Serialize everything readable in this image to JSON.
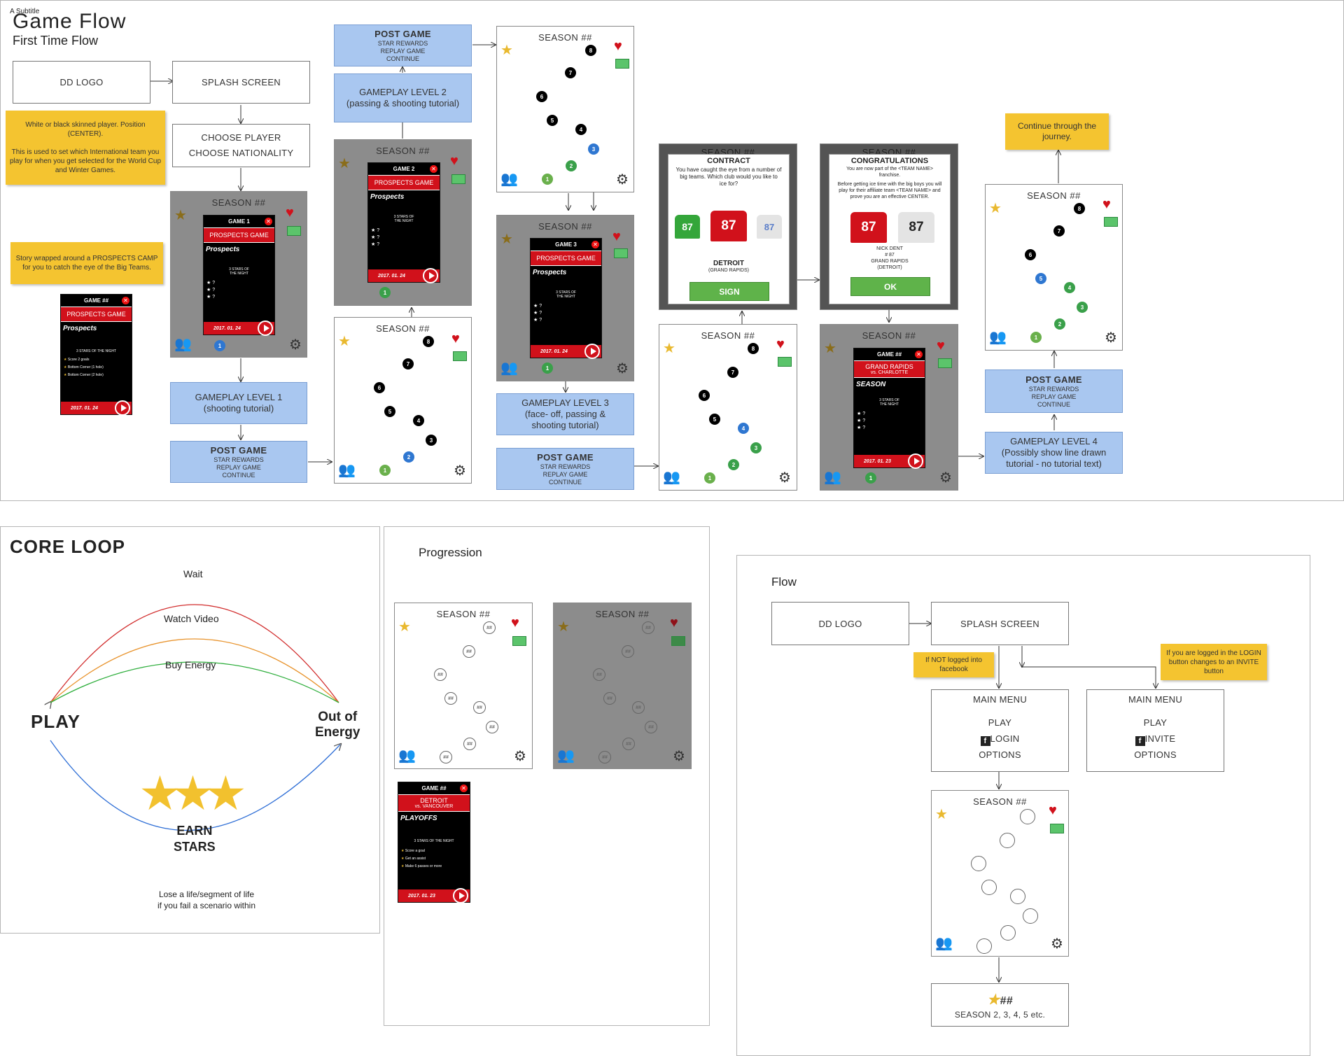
{
  "top": {
    "subtitle_tag": "A Subtitle",
    "title": "Game Flow",
    "subtitle": "First Time Flow",
    "dd_logo": "DD LOGO",
    "splash": "SPLASH SCREEN",
    "choose_player": "CHOOSE PLAYER",
    "choose_nationality": "CHOOSE NATIONALITY",
    "note_player": "White or black skinned player. Position (CENTER).\n\nThis is used to set which International team you play for when you get selected for the World Cup and Winter Games.",
    "note_story": "Story wrapped around a PROSPECTS CAMP for you to catch the eye of the Big Teams.",
    "note_continue": "Continue through the journey.",
    "season": "SEASON ##",
    "gameplay1_title": "GAMEPLAY LEVEL 1",
    "gameplay1_sub": "(shooting tutorial)",
    "gameplay2_title": "GAMEPLAY LEVEL 2",
    "gameplay2_sub": "(passing & shooting tutorial)",
    "gameplay3_title": "GAMEPLAY LEVEL 3",
    "gameplay3_sub": "(face- off, passing & shooting tutorial)",
    "gameplay4_title": "GAMEPLAY LEVEL 4",
    "gameplay4_sub": "(Possibly show line drawn tutorial - no tutorial text)",
    "post_game": "POST GAME",
    "post_items": "STAR REWARDS\nREPLAY GAME\nCONTINUE",
    "card_game_hdr": "GAME ##",
    "card_game1": "GAME 1",
    "card_game2": "GAME 2",
    "card_game3": "GAME 3",
    "prospects_game": "PROSPECTS GAME",
    "prospects": "Prospects",
    "three_stars": "3 STARS OF THE NIGHT",
    "three_stars_caps": "3 STARS OF\nTHE NIGHT",
    "date_24": "2017. 01. 24",
    "date_23": "2017. 01. 23",
    "stars_list": [
      "Score 2 goals",
      "Bottom Corner (1 hole)",
      "Bottom Corner (2 hole)"
    ],
    "contract_title": "CONTRACT",
    "contract_text": "You have caught the eye from a number of big teams. Which club would you like to ice for?",
    "contract_team": "DETROIT",
    "contract_team_sub": "(GRAND RAPIDS)",
    "sign": "SIGN",
    "jersey_num": "87",
    "congrats_title": "CONGRATULATIONS",
    "congrats_text": "You are now part of the <TEAM NAME> franchise.",
    "congrats_text2": "Before getting ice time with the big boys you will play for their affiliate team <TEAM NAME> and prove you are an effective CENTER.",
    "congrats_player": "NICK DENT\n# 87\nGRAND RAPIDS\n(DETROIT)",
    "ok": "OK",
    "grand_rapids": "GRAND RAPIDS",
    "vs_charlotte": "vs. CHARLOTTE",
    "season_word": "SEASON"
  },
  "core": {
    "title": "CORE LOOP",
    "wait": "Wait",
    "watch_video": "Watch Video",
    "buy_energy": "Buy Energy",
    "play": "PLAY",
    "out1": "Out of",
    "out2": "Energy",
    "earn1": "EARN",
    "earn2": "STARS",
    "lose1": "Lose a life/segment of life",
    "lose2": "if you fail a scenario within"
  },
  "progression": {
    "title": "Progression",
    "season": "SEASON ##",
    "placeholder": "##",
    "card_hdr": "GAME ##",
    "detroit": "DETROIT",
    "vs_vancouver": "vs. VANCOUVER",
    "playoffs": "PLAYOFFS",
    "three_stars": "3 STARS OF THE NIGHT",
    "stars_list": [
      "Score a goal",
      "Get an assist",
      "Make 6 passes or more"
    ],
    "date": "2017. 01. 23"
  },
  "flow": {
    "title": "Flow",
    "dd_logo": "DD LOGO",
    "splash": "SPLASH SCREEN",
    "note_not_logged": "If NOT logged into facebook",
    "note_logged": "If you are logged in the LOGIN button changes to an INVITE button",
    "main_menu": "MAIN MENU",
    "play": "PLAY",
    "login": "LOGIN",
    "invite": "INVITE",
    "options": "OPTIONS",
    "season": "SEASON ##",
    "season_stars": "##",
    "season_list": "SEASON 2, 3, 4, 5 etc."
  },
  "colors": {
    "blue": "#a9c7f0",
    "note": "#f4c430",
    "red": "#d1111b",
    "green": "#5fb34a",
    "heart": "#d1111b",
    "star": "#e9b92f"
  }
}
